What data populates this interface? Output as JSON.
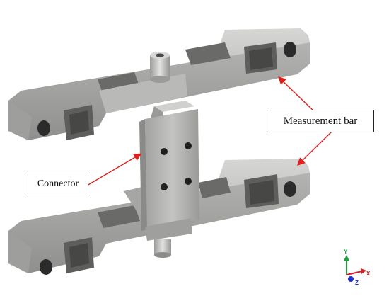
{
  "labels": {
    "measurement_bar": "Measurement bar",
    "connector": "Connector"
  },
  "triad": {
    "x": "X",
    "y": "Y",
    "z": "Z"
  },
  "colors": {
    "metal_light": "#c8c8c6",
    "metal_mid": "#a9a9a7",
    "metal_dark": "#7a7a78",
    "pocket": "#5e5e5c",
    "hole": "#2b2b2b",
    "arrow": "#e0201c",
    "axis_x": "#d42020",
    "axis_y": "#1aa03a",
    "axis_z": "#2030c8"
  }
}
